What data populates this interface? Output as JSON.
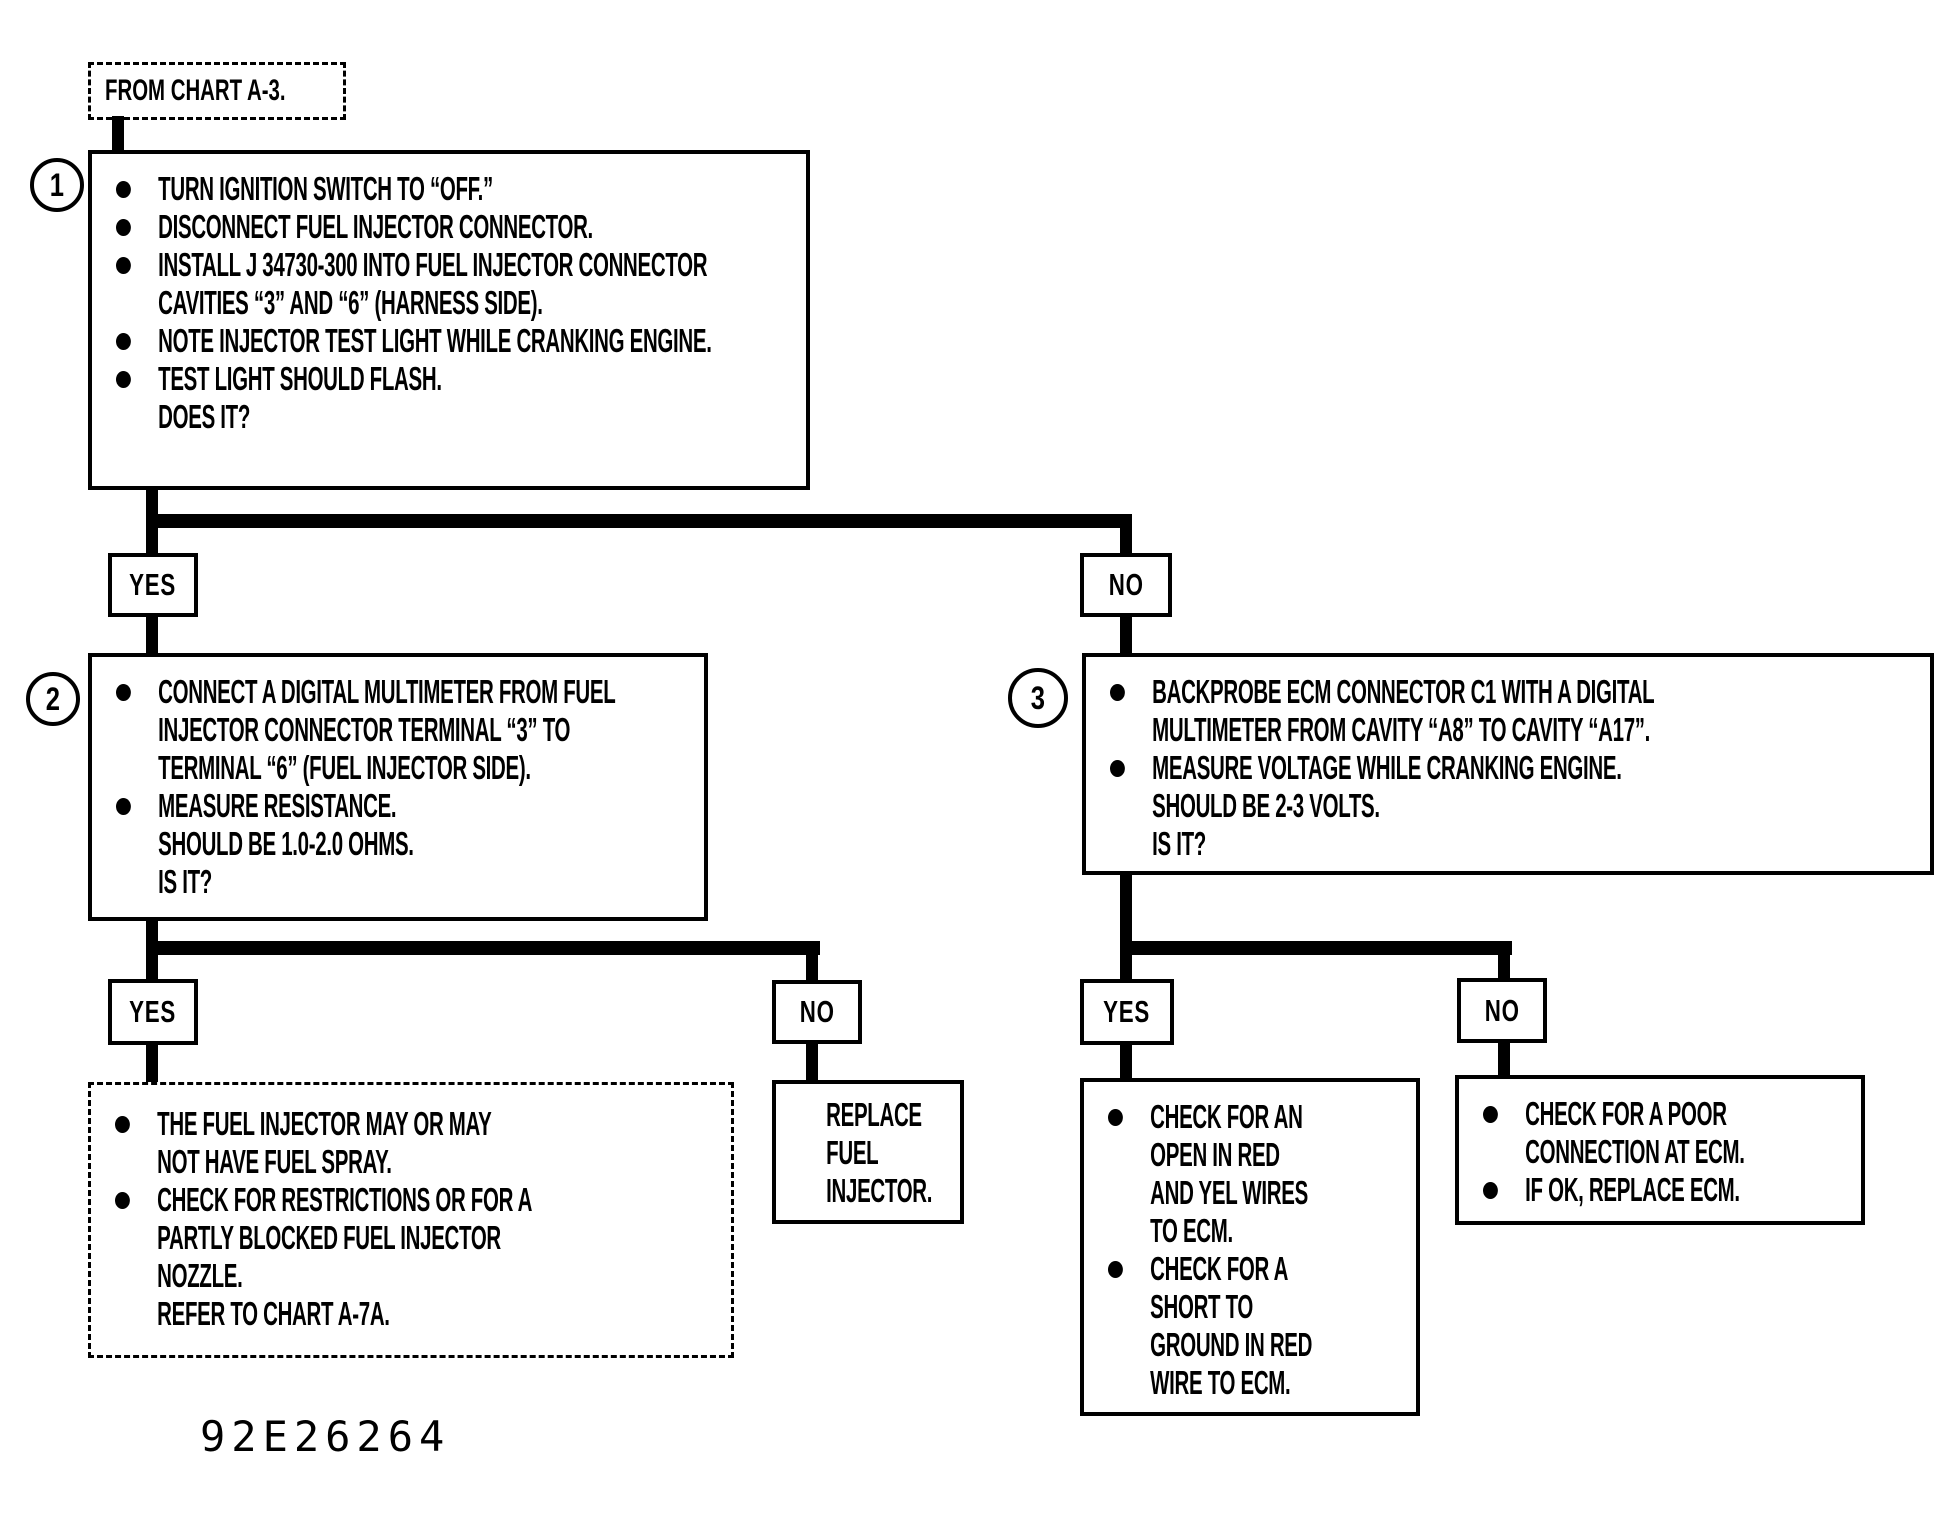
{
  "palette": {
    "ink": "#000000",
    "paper": "#ffffff"
  },
  "source_note": {
    "from_chart_label": "FROM CHART A-3."
  },
  "figure_code": "92E26264",
  "decision_labels": {
    "yes": "YES",
    "no": "NO"
  },
  "steps": {
    "step1": {
      "number": "1",
      "lines": [
        {
          "b": 1,
          "t": "TURN IGNITION SWITCH TO “OFF.”"
        },
        {
          "b": 1,
          "t": "DISCONNECT FUEL INJECTOR CONNECTOR."
        },
        {
          "b": 1,
          "t": "INSTALL J 34730-300 INTO FUEL INJECTOR CONNECTOR"
        },
        {
          "b": 0,
          "t": "CAVITIES “3” AND “6” (HARNESS SIDE)."
        },
        {
          "b": 1,
          "t": "NOTE INJECTOR TEST LIGHT WHILE CRANKING ENGINE."
        },
        {
          "b": 1,
          "t": "TEST LIGHT SHOULD FLASH."
        },
        {
          "b": 0,
          "t": "DOES IT?"
        }
      ]
    },
    "step2": {
      "number": "2",
      "lines": [
        {
          "b": 1,
          "t": "CONNECT A DIGITAL MULTIMETER FROM FUEL"
        },
        {
          "b": 0,
          "t": "INJECTOR CONNECTOR TERMINAL “3” TO"
        },
        {
          "b": 0,
          "t": "TERMINAL “6” (FUEL INJECTOR SIDE)."
        },
        {
          "b": 1,
          "t": "MEASURE RESISTANCE."
        },
        {
          "b": 0,
          "t": "SHOULD BE 1.0-2.0 OHMS."
        },
        {
          "b": 0,
          "t": "IS IT?"
        }
      ]
    },
    "step3": {
      "number": "3",
      "lines": [
        {
          "b": 1,
          "t": "BACKPROBE ECM CONNECTOR C1 WITH A DIGITAL"
        },
        {
          "b": 0,
          "t": "MULTIMETER FROM CAVITY “A8” TO CAVITY “A17”."
        },
        {
          "b": 1,
          "t": "MEASURE VOLTAGE WHILE CRANKING ENGINE."
        },
        {
          "b": 0,
          "t": "SHOULD BE 2-3 VOLTS."
        },
        {
          "b": 0,
          "t": "IS IT?"
        }
      ]
    }
  },
  "outcomes": {
    "fuel_spray_note": {
      "lines": [
        {
          "b": 1,
          "t": "THE FUEL INJECTOR MAY OR MAY"
        },
        {
          "b": 0,
          "t": "NOT HAVE FUEL SPRAY."
        },
        {
          "b": 1,
          "t": "CHECK FOR RESTRICTIONS OR FOR A"
        },
        {
          "b": 0,
          "t": "PARTLY BLOCKED FUEL INJECTOR"
        },
        {
          "b": 0,
          "t": "NOZZLE."
        },
        {
          "b": 0,
          "t": "REFER TO CHART A-7A."
        }
      ]
    },
    "replace_injector": {
      "lines": [
        {
          "b": 0,
          "t": "REPLACE"
        },
        {
          "b": 0,
          "t": "FUEL"
        },
        {
          "b": 0,
          "t": "INJECTOR."
        }
      ]
    },
    "check_wires": {
      "lines": [
        {
          "b": 1,
          "t": "CHECK FOR AN"
        },
        {
          "b": 0,
          "t": "OPEN IN RED"
        },
        {
          "b": 0,
          "t": "AND YEL WIRES"
        },
        {
          "b": 0,
          "t": "TO ECM."
        },
        {
          "b": 1,
          "t": "CHECK FOR A"
        },
        {
          "b": 0,
          "t": "SHORT TO"
        },
        {
          "b": 0,
          "t": "GROUND IN RED"
        },
        {
          "b": 0,
          "t": "WIRE TO ECM."
        }
      ]
    },
    "ecm_connection": {
      "lines": [
        {
          "b": 1,
          "t": "CHECK FOR A POOR"
        },
        {
          "b": 0,
          "t": "CONNECTION AT ECM."
        },
        {
          "b": 1,
          "t": "IF OK, REPLACE ECM."
        }
      ]
    }
  }
}
